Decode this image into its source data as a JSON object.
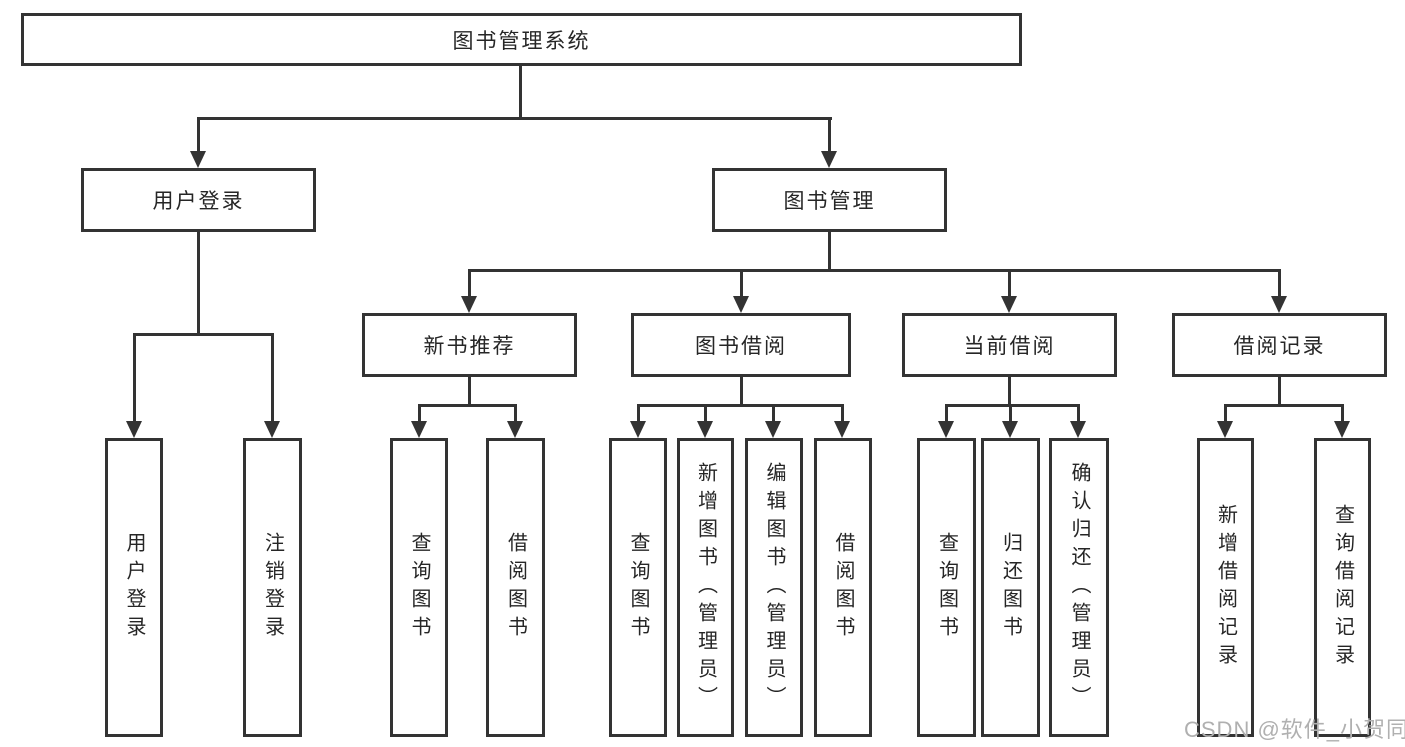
{
  "diagram_type": "hierarchy-tree",
  "tree": {
    "root": "图书管理系统",
    "branches": [
      {
        "label": "用户登录",
        "children": [
          "用户登录",
          "注销登录"
        ]
      },
      {
        "label": "图书管理",
        "groups": [
          {
            "label": "新书推荐",
            "children": [
              "查询图书",
              "借阅图书"
            ]
          },
          {
            "label": "图书借阅",
            "children": [
              "查询图书",
              "新增图书（管理员）",
              "编辑图书（管理员）",
              "借阅图书"
            ]
          },
          {
            "label": "当前借阅",
            "children": [
              "查询图书",
              "归还图书",
              "确认归还（管理员）"
            ]
          },
          {
            "label": "借阅记录",
            "children": [
              "新增借阅记录",
              "查询借阅记录"
            ]
          }
        ]
      }
    ]
  },
  "watermark": "CSDN @软件_小贺同学",
  "colors": {
    "line": "#333333",
    "box_border": "#333333",
    "text": "#262626",
    "watermark": "#b0b0b0",
    "background": "#ffffff"
  }
}
